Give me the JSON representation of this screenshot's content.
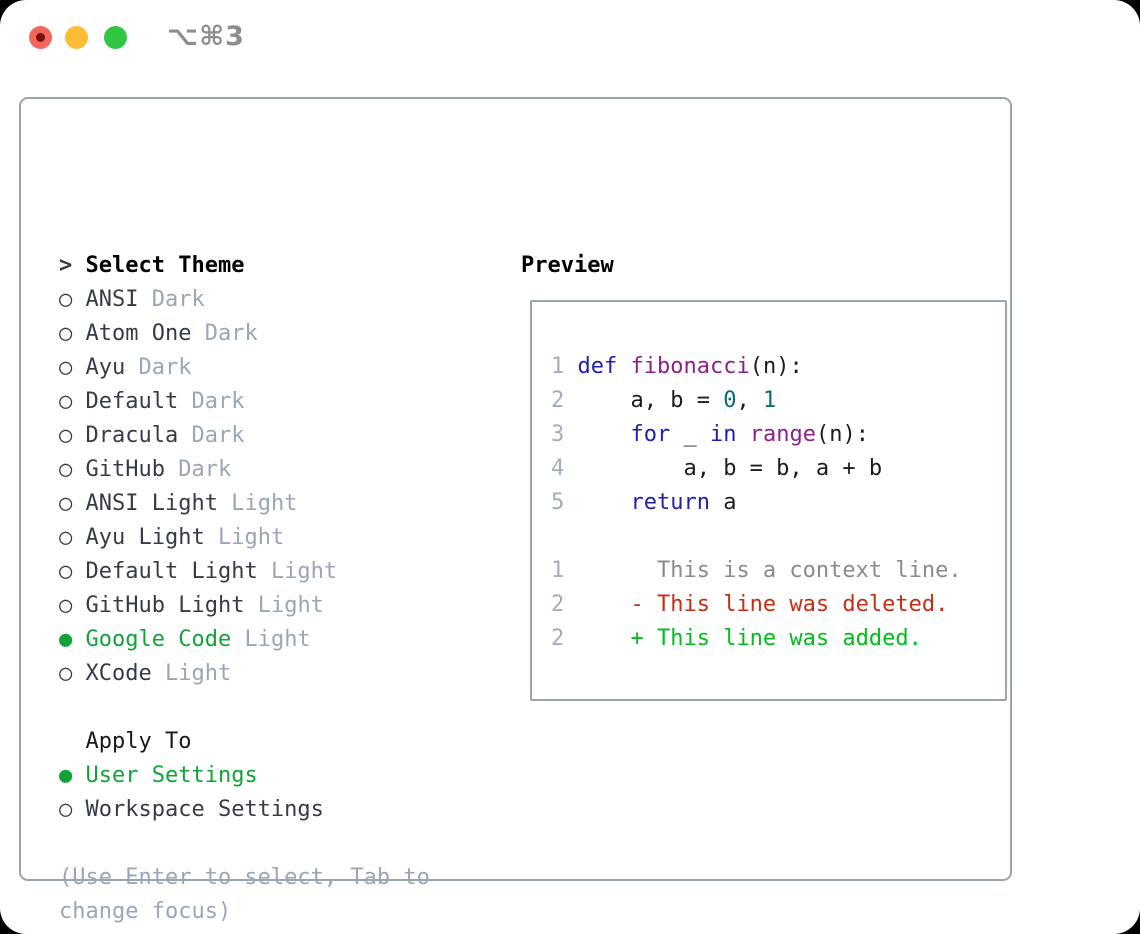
{
  "window": {
    "shortcut": "⌥⌘3"
  },
  "theme_panel": {
    "header": {
      "marker": ">",
      "label": "Select Theme"
    },
    "markers": {
      "unselected": "○",
      "selected": "●"
    },
    "themes": [
      {
        "name": "ANSI",
        "variant": "Dark",
        "selected": false
      },
      {
        "name": "Atom One",
        "variant": "Dark",
        "selected": false
      },
      {
        "name": "Ayu",
        "variant": "Dark",
        "selected": false
      },
      {
        "name": "Default",
        "variant": "Dark",
        "selected": false
      },
      {
        "name": "Dracula",
        "variant": "Dark",
        "selected": false
      },
      {
        "name": "GitHub",
        "variant": "Dark",
        "selected": false
      },
      {
        "name": "ANSI Light",
        "variant": "Light",
        "selected": false
      },
      {
        "name": "Ayu Light",
        "variant": "Light",
        "selected": false
      },
      {
        "name": "Default Light",
        "variant": "Light",
        "selected": false
      },
      {
        "name": "GitHub Light",
        "variant": "Light",
        "selected": false
      },
      {
        "name": "Google Code",
        "variant": "Light",
        "selected": true
      },
      {
        "name": "XCode",
        "variant": "Light",
        "selected": false
      }
    ],
    "apply_to": {
      "label": "Apply To",
      "options": [
        {
          "name": "User Settings",
          "selected": true
        },
        {
          "name": "Workspace Settings",
          "selected": false
        }
      ]
    },
    "footer_lines": [
      "(Use Enter to select, Tab to",
      "change focus)"
    ]
  },
  "preview": {
    "title": "Preview",
    "code_lines": [
      {
        "num": "1",
        "tokens": [
          [
            "kw",
            "def"
          ],
          [
            "pln",
            " "
          ],
          [
            "fn",
            "fibonacci"
          ],
          [
            "pln",
            "(n):"
          ]
        ]
      },
      {
        "num": "2",
        "tokens": [
          [
            "pln",
            "    a, b = "
          ],
          [
            "lit",
            "0"
          ],
          [
            "pln",
            ", "
          ],
          [
            "lit",
            "1"
          ]
        ]
      },
      {
        "num": "3",
        "tokens": [
          [
            "pln",
            "    "
          ],
          [
            "kw",
            "for"
          ],
          [
            "pln",
            " _ "
          ],
          [
            "kw",
            "in"
          ],
          [
            "pln",
            " "
          ],
          [
            "fn",
            "range"
          ],
          [
            "pln",
            "(n):"
          ]
        ]
      },
      {
        "num": "4",
        "tokens": [
          [
            "pln",
            "        a, b = b, a + b"
          ]
        ]
      },
      {
        "num": "5",
        "tokens": [
          [
            "pln",
            "    "
          ],
          [
            "kw",
            "return"
          ],
          [
            "pln",
            " a"
          ]
        ]
      }
    ],
    "diff_lines": [
      {
        "num": "1",
        "kind": "context",
        "text": "      This is a context line."
      },
      {
        "num": "2",
        "kind": "deleted",
        "text": "    - This line was deleted."
      },
      {
        "num": "2",
        "kind": "added",
        "text": "    + This line was added."
      }
    ]
  },
  "colors": {
    "page_bg": "#000000",
    "window_bg": "#ffffff",
    "border_gray": "#9aa3ae",
    "heading_text": "#000000",
    "item_text": "#353b48",
    "muted_text": "#9aa5b8",
    "accent_green": "#12a338",
    "added_green": "#00bd1c",
    "deleted_red": "#c52e14",
    "context_gray": "#8a8a8a",
    "keyword_blue": "#2121b0",
    "function_purple": "#8d2089",
    "literal_teal": "#0a6c6c",
    "plain_code": "#1c1c1c",
    "line_number": "#a3adbd",
    "shortcut_gray": "#8d8d8d",
    "traffic_red": "#f2665c",
    "traffic_red_dot": "#7a100a",
    "traffic_yellow": "#fbbd35",
    "traffic_green": "#2fc644"
  }
}
